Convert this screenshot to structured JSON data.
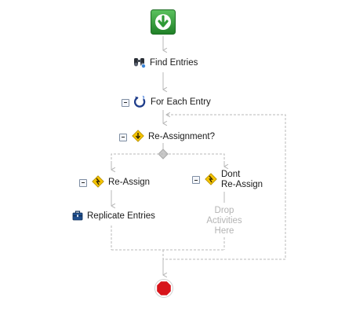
{
  "workflow": {
    "start": {
      "icon": "start-arrow-icon"
    },
    "find_entries": {
      "label": "Find Entries",
      "icon": "binoculars-icon"
    },
    "for_each": {
      "label": "For Each Entry",
      "icon": "loop-icon"
    },
    "decision": {
      "label": "Re-Assignment?",
      "icon": "decision-diamond-icon"
    },
    "branch_true": {
      "label": "Re-Assign",
      "icon": "decision-diamond-icon"
    },
    "branch_false": {
      "label_line1": "Dont",
      "label_line2": "Re-Assign",
      "icon": "decision-diamond-icon"
    },
    "replicate": {
      "label": "Replicate Entries",
      "icon": "toolbox-icon"
    },
    "drop_placeholder": {
      "line1": "Drop",
      "line2": "Activities",
      "line3": "Here"
    },
    "stop": {
      "icon": "stop-octagon-icon"
    }
  },
  "colors": {
    "start_green": "#2e9a35",
    "stop_red": "#d7141a",
    "wire_gray": "#b9b9b9",
    "decision_yellow": "#f5c400",
    "loop_blue": "#1f3d8a"
  }
}
